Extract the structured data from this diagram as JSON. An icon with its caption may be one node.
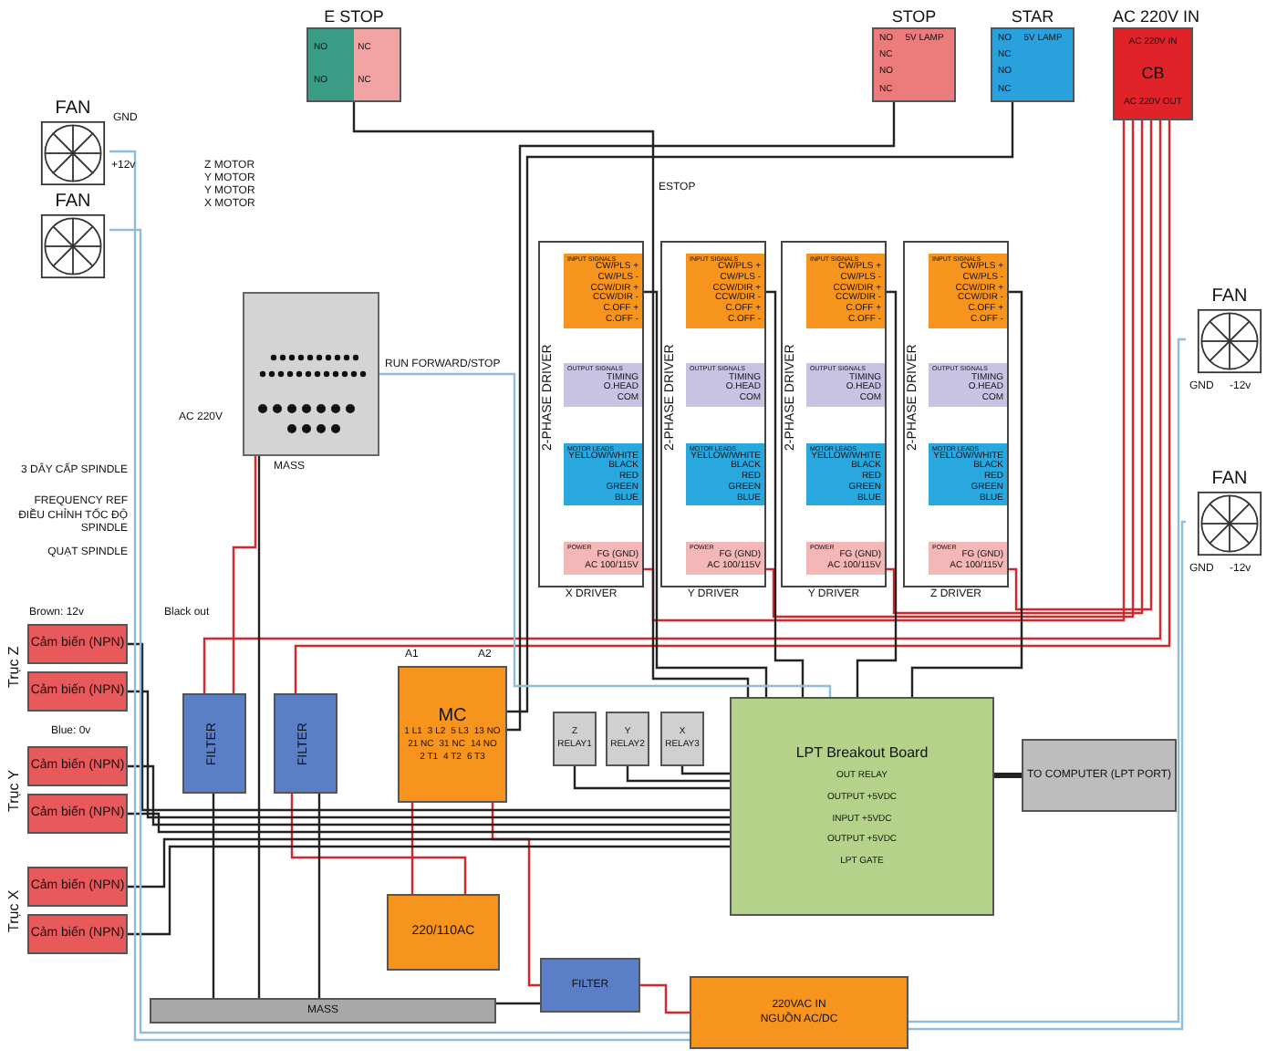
{
  "diagram": {
    "nodes": [
      {
        "text": [
          "E STOP",
          "NO",
          "NO",
          "NC",
          "NC"
        ]
      },
      {
        "text": [
          "STOP",
          "NO",
          "NC",
          "NO",
          "NC",
          "5V LAMP"
        ]
      },
      {
        "text": [
          "STAR",
          "NO",
          "NC",
          "NO",
          "NC",
          "5V LAMP"
        ]
      },
      {
        "text": [
          "AC 220V IN",
          "AC 220V IN",
          "CB",
          "AC 220V OUT"
        ]
      },
      {
        "text": [
          "FAN"
        ],
        "beside": [
          "GND",
          "+12v"
        ]
      },
      {
        "text": [
          "FAN"
        ]
      },
      {
        "text": [
          "FAN"
        ],
        "beside": [
          "GND",
          "-12v"
        ]
      },
      {
        "text": [
          "FAN"
        ],
        "beside": [
          "GND",
          "-12v"
        ]
      },
      {
        "text": [],
        "shape": "box",
        "beside": [
          "AC 220V",
          "MASS"
        ]
      },
      {
        "text": [
          "2-PHASE DRIVER",
          "INPUT SIGNALS",
          "CW/PLS +",
          "CW/PLS -",
          "CCW/DIR +",
          "CCW/DIR -",
          "C.OFF +",
          "C.OFF -",
          "OUTPUT SIGNALS",
          "TIMING",
          "O.HEAD",
          "COM",
          "MOTOR LEADS",
          "YELLOW/WHITE",
          "BLACK",
          "RED",
          "GREEN",
          "BLUE",
          "POWER",
          "FG (GND)",
          "AC 100/115V"
        ],
        "beside": [
          "X DRIVER"
        ]
      },
      {
        "text": [
          "2-PHASE DRIVER",
          "INPUT SIGNALS",
          "CW/PLS +",
          "CW/PLS -",
          "CCW/DIR +",
          "CCW/DIR -",
          "C.OFF +",
          "C.OFF -",
          "OUTPUT SIGNALS",
          "TIMING",
          "O.HEAD",
          "COM",
          "MOTOR LEADS",
          "YELLOW/WHITE",
          "BLACK",
          "RED",
          "GREEN",
          "BLUE",
          "POWER",
          "FG (GND)",
          "AC 100/115V"
        ],
        "beside": [
          "Y DRIVER"
        ]
      },
      {
        "text": [
          "2-PHASE DRIVER",
          "INPUT SIGNALS",
          "CW/PLS +",
          "CW/PLS -",
          "CCW/DIR +",
          "CCW/DIR -",
          "C.OFF +",
          "C.OFF -",
          "OUTPUT SIGNALS",
          "TIMING",
          "O.HEAD",
          "COM",
          "MOTOR LEADS",
          "YELLOW/WHITE",
          "BLACK",
          "RED",
          "GREEN",
          "BLUE",
          "POWER",
          "FG (GND)",
          "AC 100/115V"
        ],
        "beside": [
          "Y DRIVER"
        ]
      },
      {
        "text": [
          "2-PHASE DRIVER",
          "INPUT SIGNALS",
          "CW/PLS +",
          "CW/PLS -",
          "CCW/DIR +",
          "CCW/DIR -",
          "C.OFF +",
          "C.OFF -",
          "OUTPUT SIGNALS",
          "TIMING",
          "O.HEAD",
          "COM",
          "MOTOR LEADS",
          "YELLOW/WHITE",
          "BLACK",
          "RED",
          "GREEN",
          "BLUE",
          "POWER",
          "FG (GND)",
          "AC 100/115V"
        ],
        "beside": [
          "Z DRIVER"
        ]
      },
      {
        "text": [
          "Cảm biến (NPN)"
        ]
      },
      {
        "text": [
          "Cảm biến (NPN)"
        ]
      },
      {
        "text": [
          "Cảm biến (NPN)"
        ]
      },
      {
        "text": [
          "Cảm biến (NPN)"
        ]
      },
      {
        "text": [
          "Cảm biến (NPN)"
        ]
      },
      {
        "text": [
          "Cảm biến (NPN)"
        ]
      },
      {
        "text": [
          "FILTER"
        ]
      },
      {
        "text": [
          "FILTER"
        ]
      },
      {
        "text": [
          "MC",
          "1 L1",
          "3 L2",
          "5 L3",
          "13 NO",
          "21 NC",
          "31 NC",
          "14 NO",
          "2 T1",
          "4 T2",
          "6 T3"
        ]
      },
      {
        "text": [
          "220/110AC"
        ]
      },
      {
        "text": [
          "MASS"
        ]
      },
      {
        "text": [
          "FILTER"
        ]
      },
      {
        "text": [
          "220VAC IN",
          "NGUỒN AC/DC"
        ]
      },
      {
        "text": [
          "Z",
          "RELAY1"
        ]
      },
      {
        "text": [
          "Y",
          "RELAY2"
        ]
      },
      {
        "text": [
          "X",
          "RELAY3"
        ]
      },
      {
        "text": [
          "LPT Breakout Board",
          "OUT RELAY",
          "OUTPUT +5VDC",
          "INPUT +5VDC",
          "OUTPUT +5VDC",
          "LPT GATE"
        ]
      },
      {
        "text": [
          "TO COMPUTER (LPT PORT)"
        ]
      }
    ],
    "edges": [
      {
        "from": 3,
        "to": 9,
        "arrow": "none",
        "color": "#d7262b"
      },
      {
        "from": 3,
        "to": 10,
        "arrow": "none",
        "color": "#d7262b"
      },
      {
        "from": 3,
        "to": 11,
        "arrow": "none",
        "color": "#d7262b"
      },
      {
        "from": 3,
        "to": 12,
        "arrow": "none",
        "color": "#d7262b"
      },
      {
        "from": 3,
        "to": 19,
        "arrow": "none",
        "color": "#d7262b"
      },
      {
        "from": 3,
        "to": 20,
        "arrow": "none",
        "color": "#d7262b"
      },
      {
        "from": 19,
        "to": 8,
        "arrow": "none",
        "color": "#d7262b"
      },
      {
        "from": 20,
        "to": 22,
        "arrow": "none",
        "color": "#d7262b"
      },
      {
        "from": 21,
        "to": 22,
        "arrow": "none",
        "color": "#d7262b"
      },
      {
        "from": 21,
        "to": 24,
        "arrow": "none",
        "color": "#d7262b"
      },
      {
        "from": 24,
        "to": 25,
        "arrow": "none",
        "color": "#d7262b"
      },
      {
        "from": 1,
        "to": 21,
        "arrow": "none"
      },
      {
        "from": 2,
        "to": 21,
        "arrow": "none"
      },
      {
        "from": 0,
        "to": 29,
        "arrow": "none",
        "label": "ESTOP"
      },
      {
        "from": 9,
        "to": 29,
        "arrow": "none"
      },
      {
        "from": 10,
        "to": 29,
        "arrow": "none"
      },
      {
        "from": 11,
        "to": 29,
        "arrow": "none"
      },
      {
        "from": 12,
        "to": 29,
        "arrow": "none"
      },
      {
        "from": 13,
        "to": 29,
        "arrow": "none"
      },
      {
        "from": 14,
        "to": 29,
        "arrow": "none"
      },
      {
        "from": 15,
        "to": 29,
        "arrow": "none"
      },
      {
        "from": 16,
        "to": 29,
        "arrow": "none"
      },
      {
        "from": 17,
        "to": 29,
        "arrow": "none"
      },
      {
        "from": 18,
        "to": 29,
        "arrow": "none"
      },
      {
        "from": 26,
        "to": 29,
        "arrow": "none"
      },
      {
        "from": 27,
        "to": 29,
        "arrow": "none"
      },
      {
        "from": 28,
        "to": 29,
        "arrow": "none"
      },
      {
        "from": 4,
        "to": 25,
        "arrow": "none",
        "color": "#8fbcd8"
      },
      {
        "from": 5,
        "to": 25,
        "arrow": "none",
        "color": "#8fbcd8"
      },
      {
        "from": 6,
        "to": 25,
        "arrow": "none",
        "color": "#8fbcd8"
      },
      {
        "from": 7,
        "to": 25,
        "arrow": "none",
        "color": "#8fbcd8"
      },
      {
        "from": 8,
        "to": 29,
        "arrow": "none",
        "label": "RUN FORWARD/STOP",
        "color": "#8fbcd8"
      },
      {
        "from": 29,
        "to": 30,
        "arrow": "none",
        "style": "thick"
      },
      {
        "from": 8,
        "to": 23,
        "arrow": "none"
      },
      {
        "from": 19,
        "to": 23,
        "arrow": "none"
      },
      {
        "from": 20,
        "to": 23,
        "arrow": "none"
      },
      {
        "from": 24,
        "to": 23,
        "arrow": "none"
      }
    ],
    "labels": [
      "Z MOTOR",
      "Y MOTOR",
      "Y MOTOR",
      "X MOTOR",
      "3 DÂY CẤP SPINDLE",
      "FREQUENCY REF",
      "ĐIỀU CHỈNH TỐC ĐỘ SPINDLE",
      "QUẠT SPINDLE",
      "Brown: 12v",
      "Black out",
      "Trục Z",
      "Blue: 0v",
      "A1",
      "A2",
      "Trục Y",
      "Trục X"
    ]
  }
}
